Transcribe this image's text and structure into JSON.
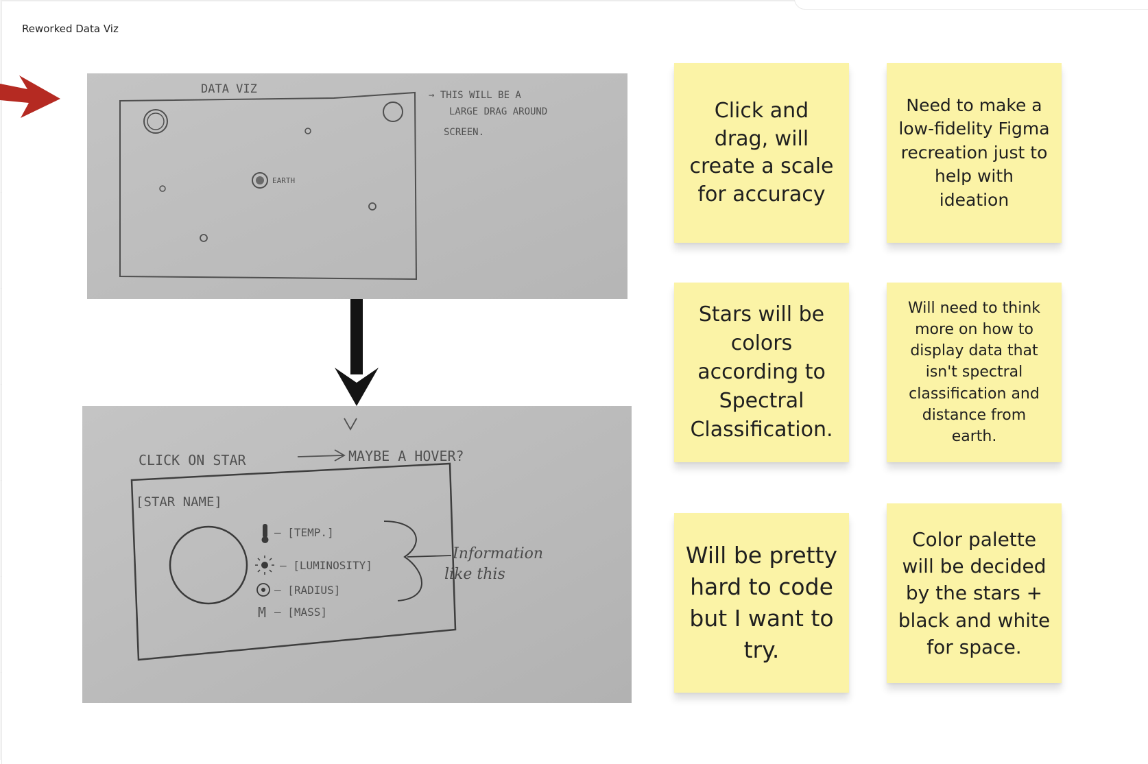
{
  "frame": {
    "title": "Reworked Data Viz"
  },
  "sketch_top": {
    "heading": "DATA VIZ",
    "note_line1": "→ THIS WILL BE A",
    "note_line2": "LARGE DRAG AROUND",
    "note_line3": "SCREEN.",
    "earth_label": "EARTH"
  },
  "sketch_bottom": {
    "header_left": "CLICK ON STAR",
    "header_right": "MAYBE A HOVER?",
    "star_name": "[STAR NAME]",
    "temp": "— [TEMP.]",
    "luminosity": "— [LUMINOSITY]",
    "radius": "— [RADIUS]",
    "mass_letter": "M",
    "mass": "— [MASS]",
    "info_line1": "Information",
    "info_line2": "like this"
  },
  "stickies": [
    {
      "text": "Click and drag, will create a scale for accuracy"
    },
    {
      "text": "Need to make a low-fidelity Figma recreation just to help with ideation"
    },
    {
      "text": "Stars will be colors according to Spectral Classification."
    },
    {
      "text": "Will need to think more on how to display data that isn't spectral classification and distance from earth."
    },
    {
      "text": "Will be pretty hard to code but I want to try."
    },
    {
      "text": "Color palette will be decided by the stars + black and white for space."
    }
  ],
  "colors": {
    "sticky": "#fbf3a6",
    "arrow_red": "#b52a22",
    "arrow_black": "#141414",
    "photo_gray": "#bcbcbc"
  }
}
